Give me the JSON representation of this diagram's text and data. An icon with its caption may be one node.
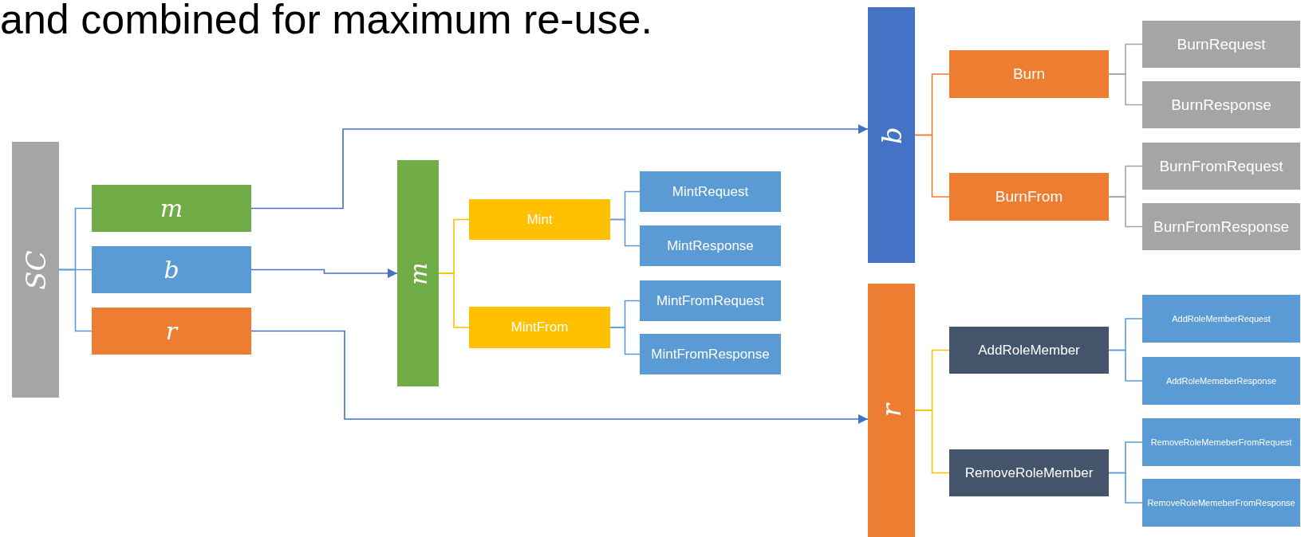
{
  "diagram": {
    "nodes": [
      {
        "text": [
          "SC"
        ]
      },
      {
        "text": [
          "m"
        ]
      },
      {
        "text": [
          "b"
        ]
      },
      {
        "text": [
          "r"
        ]
      },
      {
        "text": [
          "m"
        ]
      },
      {
        "text": [
          "Mint"
        ]
      },
      {
        "text": [
          "MintFrom"
        ]
      },
      {
        "text": [
          "MintRequest"
        ]
      },
      {
        "text": [
          "MintResponse"
        ]
      },
      {
        "text": [
          "MintFromRequest"
        ]
      },
      {
        "text": [
          "MintFromResponse"
        ]
      },
      {
        "text": [
          "b"
        ]
      },
      {
        "text": [
          "Burn"
        ]
      },
      {
        "text": [
          "BurnFrom"
        ]
      },
      {
        "text": [
          "BurnRequest"
        ]
      },
      {
        "text": [
          "BurnResponse"
        ]
      },
      {
        "text": [
          "BurnFromRequest"
        ]
      },
      {
        "text": [
          "BurnFromResponse"
        ]
      },
      {
        "text": [
          "r"
        ]
      },
      {
        "text": [
          "AddRoleMember"
        ]
      },
      {
        "text": [
          "RemoveRoleMember"
        ]
      },
      {
        "text": [
          "AddRoleMemberRequest"
        ]
      },
      {
        "text": [
          "AddRoleMemeberResponse"
        ]
      },
      {
        "text": [
          "RemoveRoleMemeberFromRequest"
        ]
      },
      {
        "text": [
          "RemoveRoleMemeberFromResponse"
        ]
      }
    ],
    "edges": [
      {
        "from": 0,
        "to": 1,
        "arrow": "none"
      },
      {
        "from": 0,
        "to": 2,
        "arrow": "none"
      },
      {
        "from": 0,
        "to": 3,
        "arrow": "none"
      },
      {
        "from": 1,
        "to": 11,
        "arrow": "to",
        "color": "#4472c4"
      },
      {
        "from": 2,
        "to": 4,
        "arrow": "to",
        "color": "#4472c4"
      },
      {
        "from": 3,
        "to": 18,
        "arrow": "to",
        "color": "#4472c4"
      },
      {
        "from": 4,
        "to": 5,
        "arrow": "none",
        "color": "#ffc000"
      },
      {
        "from": 4,
        "to": 6,
        "arrow": "none",
        "color": "#ffc000"
      },
      {
        "from": 5,
        "to": 7,
        "arrow": "none"
      },
      {
        "from": 5,
        "to": 8,
        "arrow": "none"
      },
      {
        "from": 6,
        "to": 9,
        "arrow": "none"
      },
      {
        "from": 6,
        "to": 10,
        "arrow": "none"
      },
      {
        "from": 11,
        "to": 12,
        "arrow": "none",
        "color": "#ed7d31"
      },
      {
        "from": 11,
        "to": 13,
        "arrow": "none",
        "color": "#ed7d31"
      },
      {
        "from": 12,
        "to": 14,
        "arrow": "none",
        "color": "#a5a5a5"
      },
      {
        "from": 12,
        "to": 15,
        "arrow": "none",
        "color": "#a5a5a5"
      },
      {
        "from": 13,
        "to": 16,
        "arrow": "none",
        "color": "#a5a5a5"
      },
      {
        "from": 13,
        "to": 17,
        "arrow": "none",
        "color": "#a5a5a5"
      },
      {
        "from": 18,
        "to": 19,
        "arrow": "none",
        "color": "#ffc000"
      },
      {
        "from": 18,
        "to": 20,
        "arrow": "none",
        "color": "#ffc000"
      },
      {
        "from": 19,
        "to": 21,
        "arrow": "none"
      },
      {
        "from": 19,
        "to": 22,
        "arrow": "none"
      },
      {
        "from": 20,
        "to": 23,
        "arrow": "none"
      },
      {
        "from": 20,
        "to": 24,
        "arrow": "none"
      }
    ],
    "labels": [
      "and combined for maximum re-use."
    ]
  }
}
